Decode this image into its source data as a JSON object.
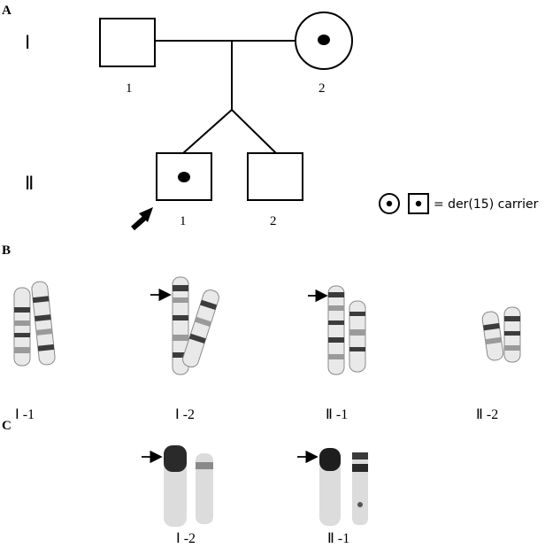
{
  "panels": {
    "a": "A",
    "b": "B",
    "c": "C"
  },
  "pedigree": {
    "generation_1": "Ⅰ",
    "generation_2": "Ⅱ",
    "gen1_individual_1": "1",
    "gen1_individual_2": "2",
    "gen2_individual_1": "1",
    "gen2_individual_2": "2"
  },
  "legend": {
    "text": "= der(15) carrier"
  },
  "karyotype_b": {
    "labels": [
      "Ⅰ -1",
      "Ⅰ -2",
      "Ⅱ -1",
      "Ⅱ -2"
    ]
  },
  "fish_c": {
    "labels": [
      "Ⅰ -2",
      "Ⅱ -1"
    ]
  }
}
